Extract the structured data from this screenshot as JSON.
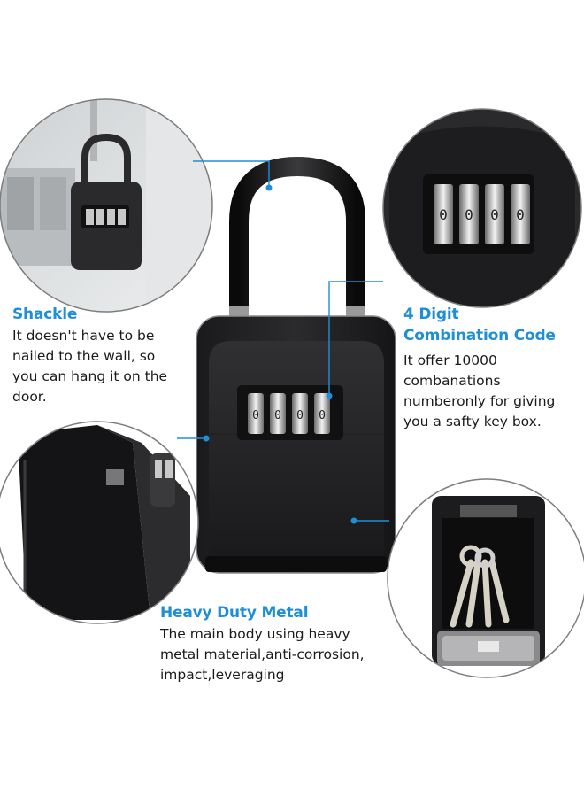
{
  "features": {
    "shackle": {
      "title": "Shackle",
      "description": "It doesn't have to be\nnailed to the wall, so\nyou can hang it on the\ndoor."
    },
    "combination": {
      "title_line1": "4 Digit",
      "title_line2": "Combination Code",
      "description": "It offer 10000\ncombanations\nnumberonly for giving\nyou a safty key box."
    },
    "metal": {
      "title": "Heavy Duty Metal",
      "description": "The main body using heavy\nmetal material,anti-corrosion,\nimpact,leveraging"
    }
  },
  "colors": {
    "accent": "#1e8fd6",
    "body": "#1b1b1d",
    "text": "#1a1a1a"
  }
}
